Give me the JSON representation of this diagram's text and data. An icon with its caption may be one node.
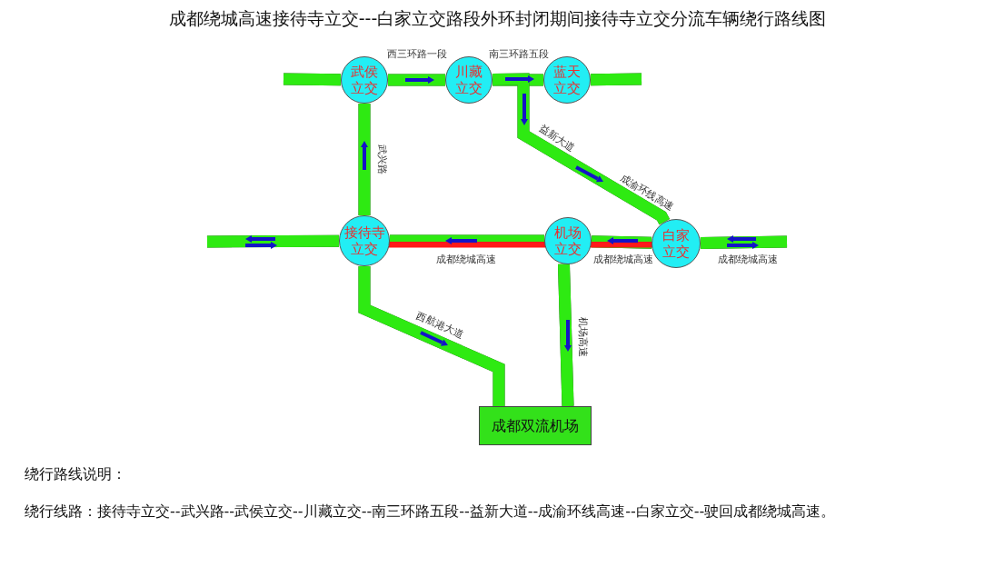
{
  "diagram": {
    "title": "成都绕城高速接待寺立交---白家立交路段外环封闭期间接待寺立交分流车辆绕行路线图",
    "nodes": [
      {
        "text": [
          "武侯立交"
        ]
      },
      {
        "text": [
          "川藏立交"
        ]
      },
      {
        "text": [
          "蓝天立交"
        ]
      },
      {
        "text": [
          "接待寺立交"
        ]
      },
      {
        "text": [
          "机场立交"
        ]
      },
      {
        "text": [
          "白家立交"
        ]
      },
      {
        "text": [
          "成都双流机场"
        ]
      }
    ],
    "edges": [
      {
        "from": null,
        "to": 0,
        "arrow": "none"
      },
      {
        "from": 0,
        "to": 1,
        "arrow": "to",
        "label": "西三环路一段"
      },
      {
        "from": 1,
        "to": 2,
        "arrow": "to",
        "label": "南三环路五段"
      },
      {
        "from": 2,
        "to": null,
        "arrow": "none"
      },
      {
        "from": 1,
        "to": 5,
        "arrow": "to",
        "label": "益新大道"
      },
      {
        "from": 3,
        "to": 0,
        "arrow": "to",
        "label": "武兴路"
      },
      {
        "from": null,
        "to": 3,
        "arrow": "none"
      },
      {
        "from": 4,
        "to": 3,
        "arrow": "to",
        "label": "成都绕城高速"
      },
      {
        "from": 5,
        "to": 4,
        "arrow": "to",
        "label": "成都绕城高速"
      },
      {
        "from": 5,
        "to": null,
        "arrow": "none",
        "label": "成都绕城高速"
      },
      {
        "from": 3,
        "to": 6,
        "arrow": "to",
        "label": "西航港大道"
      },
      {
        "from": 4,
        "to": 6,
        "arrow": "to",
        "label": "机场高速"
      }
    ],
    "labels": [
      "成渝环线高速",
      "绕行路线说明：",
      "绕行线路：接待寺立交--武兴路--武侯立交--川藏立交--南三环路五段--益新大道--成渝环线高速--白家立交--驶回成都绕城高速。"
    ]
  }
}
